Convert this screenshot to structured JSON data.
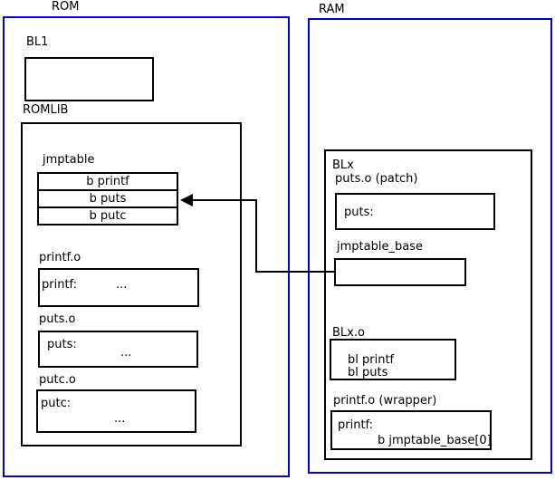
{
  "diagram": {
    "rom": {
      "title": "ROM",
      "bl1_label": "BL1",
      "romlib": {
        "label": "ROMLIB",
        "jmptable": {
          "label": "jmptable",
          "rows": [
            "b printf",
            "b puts",
            "b putc"
          ]
        },
        "objects": [
          {
            "label": "printf.o",
            "symbol": "printf:",
            "body": "..."
          },
          {
            "label": "puts.o",
            "symbol": "puts:",
            "body": "..."
          },
          {
            "label": "putc.o",
            "symbol": "putc:",
            "body": "..."
          }
        ]
      }
    },
    "ram": {
      "title": "RAM",
      "blx": {
        "label": "BLx",
        "puts_patch": {
          "label": "puts.o (patch)",
          "symbol": "puts:"
        },
        "jmptable_base": {
          "label": "jmptable_base"
        },
        "blx_o": {
          "label": "BLx.o",
          "lines": [
            "bl printf",
            "bl puts"
          ]
        },
        "printf_wrapper": {
          "label": "printf.o (wrapper)",
          "symbol": "printf:",
          "body": "b jmptable_base[0]"
        }
      }
    },
    "arrow": {
      "from": "jmptable_base",
      "to": "jmptable b puts"
    },
    "colors": {
      "frame_blue": "#0000dd",
      "box_black": "#000000"
    }
  }
}
